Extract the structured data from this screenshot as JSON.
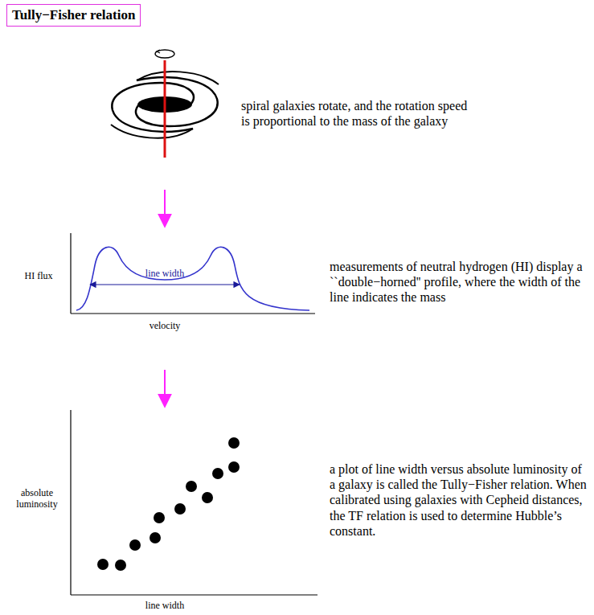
{
  "diagram": {
    "title": "Tully−Fisher relation",
    "labels": [
      "spiral galaxies rotate, and the rotation speed is proportional to the mass of the galaxy",
      "HI flux",
      "line width",
      "velocity",
      "measurements of neutral hydrogen (HI) display a ``double−horned'' profile, where the width of the line indicates the mass",
      "absolute luminosity",
      "line width",
      "a plot of line width versus absolute luminosity of a galaxy is called the Tully−Fisher relation. When calibrated using galaxies with Cepheid distances, the TF relation is used to determine Hubble’s constant."
    ]
  }
}
